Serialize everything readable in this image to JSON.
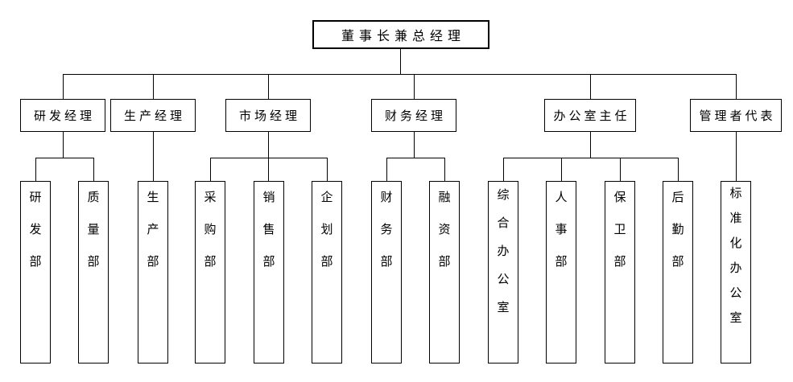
{
  "org_chart": {
    "root": {
      "label": "董事长兼总经理"
    },
    "managers": [
      {
        "label": "研发经理",
        "children": [
          "研发部",
          "质量部"
        ]
      },
      {
        "label": "生产经理",
        "children": [
          "生产部"
        ]
      },
      {
        "label": "市场经理",
        "children": [
          "采购部",
          "销售部",
          "企划部"
        ]
      },
      {
        "label": "财务经理",
        "children": [
          "财务部",
          "融资部"
        ]
      },
      {
        "label": "办公室主任",
        "children": [
          "综合办公室",
          "人事部",
          "保卫部",
          "后勤部"
        ]
      },
      {
        "label": "管理者代表",
        "children": [
          "标准化办公室"
        ]
      }
    ],
    "colors": {
      "line": "#000000",
      "text": "#000000",
      "background": "#ffffff"
    }
  }
}
